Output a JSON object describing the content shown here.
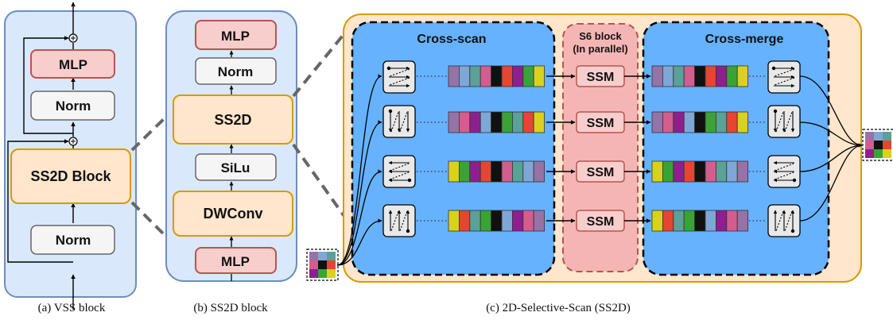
{
  "vss": {
    "mlp": "MLP",
    "norm_top": "Norm",
    "ss2d_block": "SS2D Block",
    "norm_bottom": "Norm",
    "caption": "(a) VSS block"
  },
  "ss2d": {
    "mlp_top": "MLP",
    "norm": "Norm",
    "ss2d": "SS2D",
    "silu": "SiLu",
    "dwconv": "DWConv",
    "mlp_bottom": "MLP",
    "caption": "(b) SS2D block"
  },
  "sel": {
    "cross_scan": "Cross-scan",
    "s6_line1": "S6 block",
    "s6_line2": "(In parallel)",
    "cross_merge": "Cross-merge",
    "ssm": [
      "SSM",
      "SSM",
      "SSM",
      "SSM"
    ],
    "caption": "(c) 2D-Selective-Scan (SS2D)"
  },
  "colors": {
    "panel_blue": "#dae8fc",
    "panel_border": "#6c8ebf",
    "orange_fill": "#ffe6cc",
    "orange_border": "#d79b00",
    "red_fill": "#f8cecc",
    "red_border": "#b85450",
    "gray_fill": "#f5f5f5",
    "gray_border": "#666666",
    "scan_blue": "#66b2ff",
    "s6_fill": "#f4b6b4"
  },
  "sequences": [
    [
      "#9673a6",
      "#7fa7d6",
      "#5aa197",
      "#d35d8e",
      "#111111",
      "#e64531",
      "#8e1f8e",
      "#3aa335",
      "#d9d21c"
    ],
    [
      "#9673a6",
      "#d35d8e",
      "#8e1f8e",
      "#7fa7d6",
      "#111111",
      "#3aa335",
      "#5aa197",
      "#e64531",
      "#d9d21c"
    ],
    [
      "#d9d21c",
      "#3aa335",
      "#8e1f8e",
      "#e64531",
      "#111111",
      "#d35d8e",
      "#5aa197",
      "#7fa7d6",
      "#9673a6"
    ],
    [
      "#d9d21c",
      "#e64531",
      "#5aa197",
      "#3aa335",
      "#111111",
      "#7fa7d6",
      "#8e1f8e",
      "#d35d8e",
      "#9673a6"
    ]
  ],
  "image_grid": [
    "#9673a6",
    "#7fa7d6",
    "#5aa197",
    "#d35d8e",
    "#111111",
    "#e64531",
    "#8e1f8e",
    "#3aa335",
    "#d9d21c"
  ],
  "scan_icons": [
    "horizontal-scan-icon",
    "vertical-scan-icon",
    "reverse-horizontal-scan-icon",
    "reverse-vertical-scan-icon"
  ]
}
